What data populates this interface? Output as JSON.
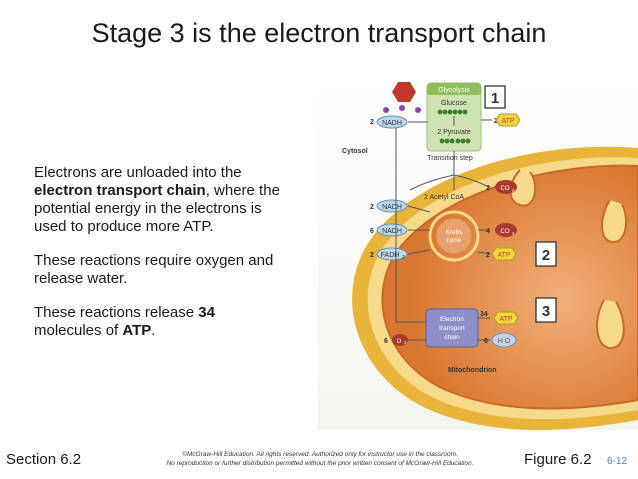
{
  "slide": {
    "title": "Stage 3 is the electron transport chain",
    "bullet1": {
      "pre": "Electrons are unloaded into the ",
      "bold": "electron transport chain",
      "post": ", where the potential energy in the electrons is used to produce more ATP."
    },
    "bullet2": "These reactions require oxygen and release water.",
    "bullet3": {
      "pre": "These reactions release ",
      "num": "34",
      "mid": " molecules of ",
      "bold": "ATP",
      "post": "."
    }
  },
  "footer": {
    "section": "Section 6.2",
    "figure": "Figure 6.2",
    "page": "6-12",
    "copyright_line1": "©McGraw-Hill Education. All rights reserved. Authorized only for instructor use in the classroom.",
    "copyright_line2": "No reproduction or further distribution permitted without the prior written consent of McGraw-Hill Education."
  },
  "figure": {
    "glycolysis": "Glycolysis",
    "glucose": "Glucose",
    "pyruvate": "2 Pyruvate",
    "transition": "Transition step",
    "acetyl": "2 Acetyl CoA",
    "krebs": "Krebs cycle",
    "krebs1": "Krebs",
    "krebs2": "cycle",
    "etc1": "Electron",
    "etc2": "transport",
    "etc3": "chain",
    "cytosol": "Cytosol",
    "mitochondrion": "Mitochondrion",
    "nadh": "NADH",
    "fadh2": "FADH",
    "atp": "ATP",
    "co2": "CO",
    "o2": "O",
    "h2o": "H O",
    "sub2": "2",
    "stage1": "1",
    "stage2": "2",
    "stage3": "3",
    "c2": "2",
    "c4": "4",
    "c6": "6",
    "c34": "34"
  },
  "colors": {
    "membrane_outer": "#e9b43a",
    "membrane_inner": "#d87a2a",
    "matrix": "#e08a4a",
    "nadh": "#bcd7ec",
    "atp": "#f3d641",
    "co2": "#a93a2c",
    "etc": "#8f8fc8"
  }
}
